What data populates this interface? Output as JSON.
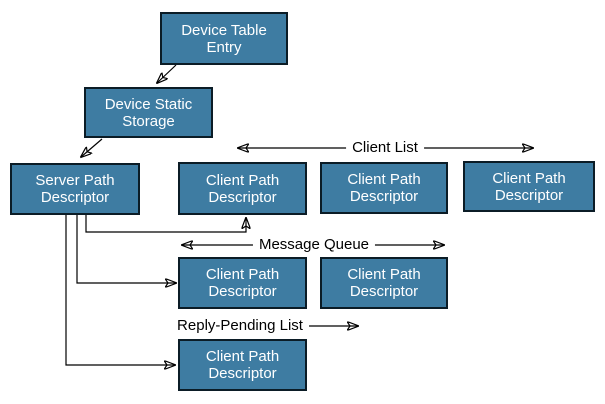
{
  "colors": {
    "box_fill": "#3E7CA2",
    "box_border": "#0b1c26",
    "box_text": "#ffffff",
    "line_color": "#000000",
    "page_bg": "#ffffff",
    "label_text": "#000000"
  },
  "diagram": {
    "nodes": [
      {
        "id": "device-table-entry",
        "label": "Device Table Entry"
      },
      {
        "id": "device-static-storage",
        "label": "Device Static Storage"
      },
      {
        "id": "server-path-descriptor",
        "label": "Server Path Descriptor"
      },
      {
        "id": "client-path-descriptor-1",
        "label": "Client Path Descriptor"
      },
      {
        "id": "client-path-descriptor-2",
        "label": "Client Path Descriptor"
      },
      {
        "id": "client-path-descriptor-3",
        "label": "Client Path Descriptor"
      },
      {
        "id": "client-path-descriptor-4",
        "label": "Client Path Descriptor"
      },
      {
        "id": "client-path-descriptor-5",
        "label": "Client Path Descriptor"
      },
      {
        "id": "client-path-descriptor-6",
        "label": "Client Path Descriptor"
      }
    ],
    "edge_labels": {
      "client_list": "Client List",
      "message_queue": "Message Queue",
      "reply_pending_list": "Reply-Pending List"
    },
    "edges": [
      {
        "from": "device-table-entry",
        "to": "device-static-storage",
        "style": "arrow"
      },
      {
        "from": "device-static-storage",
        "to": "server-path-descriptor",
        "style": "arrow"
      },
      {
        "from": "server-path-descriptor",
        "to": "client-path-descriptor-1",
        "style": "arrow"
      },
      {
        "from": "server-path-descriptor",
        "to": "client-path-descriptor-4",
        "style": "arrow"
      },
      {
        "from": "server-path-descriptor",
        "to": "client-path-descriptor-6",
        "style": "arrow"
      },
      {
        "label": "Client List",
        "style": "double-arrow",
        "spans": "client-path-descriptor-1 to client-path-descriptor-3"
      },
      {
        "label": "Message Queue",
        "style": "double-arrow",
        "spans": "client-path-descriptor-4 to client-path-descriptor-5"
      },
      {
        "label": "Reply-Pending List",
        "style": "arrow-right",
        "spans": "client-path-descriptor-6"
      }
    ]
  }
}
